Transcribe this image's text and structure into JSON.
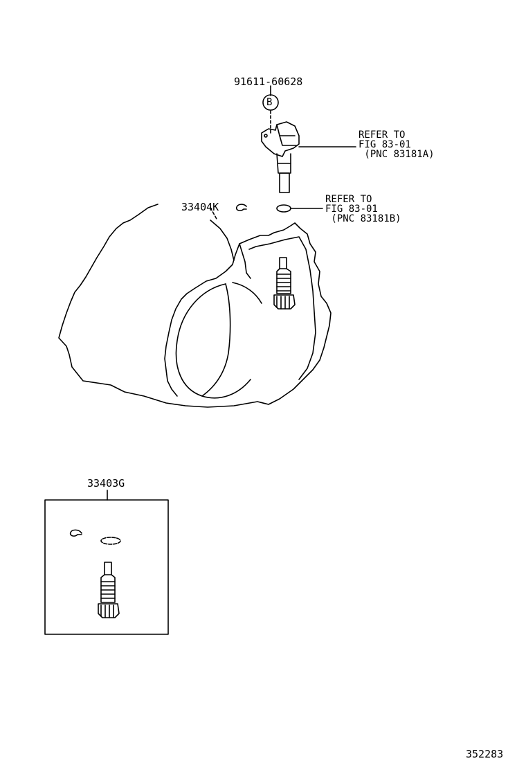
{
  "parts": {
    "bolt": "91611-60628",
    "b_marker": "B",
    "clip": "33404K",
    "kit": "33403G"
  },
  "refs": {
    "sensor": [
      "REFER TO",
      "FIG 83-01",
      " (PNC 83181A)"
    ],
    "oring": [
      "REFER TO",
      "FIG 83-01",
      " (PNC 83181B)"
    ]
  },
  "diagram_id": "352283"
}
